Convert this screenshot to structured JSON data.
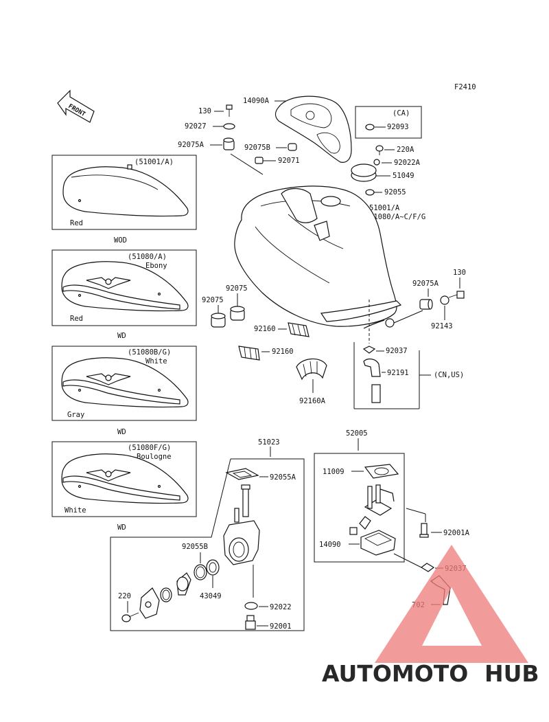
{
  "figure_code": "F2410",
  "front_arrow_label": "FRONT",
  "callouts": {
    "c130_top": "130",
    "c92027": "92027",
    "c92075A_top": "92075A",
    "c14090A": "14090A",
    "c92075B": "92075B",
    "c92071": "92071",
    "c220A": "220A",
    "c92022A": "92022A",
    "c51049": "51049",
    "c92055": "92055",
    "c51001A": "51001/A",
    "c51080": "51080/A~C/F/G",
    "c92075A_right": "92075A",
    "c130_right": "130",
    "c92143": "92143",
    "c92075_a": "92075",
    "c92075_b": "92075",
    "c92160_a": "92160",
    "c92160_b": "92160",
    "c92160A": "92160A",
    "c92037_top": "92037",
    "c92191": "92191",
    "cCNUS": "(CN,US)",
    "c51023": "51023",
    "c92055A": "92055A",
    "c92055B": "92055B",
    "c43049": "43049",
    "c220": "220",
    "c92022": "92022",
    "c92001": "92001",
    "c52005": "52005",
    "c11009": "11009",
    "c14090": "14090",
    "c92001A": "92001A",
    "c92037_bottom": "92037",
    "c702": "702"
  },
  "ca_box": {
    "title": "(CA)",
    "part": "92093"
  },
  "tank_variants": [
    {
      "code": "(51001/A)",
      "color_name": "",
      "stripe": "Red",
      "label": "WOD"
    },
    {
      "code": "(51080/A)",
      "color_name": "Ebony",
      "stripe": "Red",
      "label": "WD"
    },
    {
      "code": "(51080B/G)",
      "color_name": "White",
      "stripe": "Gray",
      "label": "WD"
    },
    {
      "code": "(51080F/G)",
      "color_name": "Boulogne",
      "stripe": "White",
      "label": "WD"
    }
  ],
  "watermark": {
    "part1": "AUTOMOTO",
    "part2": "HUB"
  },
  "colors": {
    "line": "#111111",
    "watermark_primary": "#ef7d7d",
    "watermark_secondary": "#f5b04f",
    "watermark_hub": "#6b6b6b"
  }
}
